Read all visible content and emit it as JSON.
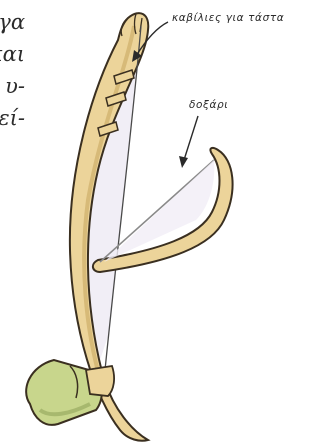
{
  "page_text": {
    "lines": [
      "γα",
      "και",
      "υ-",
      "εί-"
    ]
  },
  "annotations": {
    "keys_label": "καβίλιες για τάστα",
    "bow_label": "δοξάρι"
  },
  "illustration": {
    "subject": "bowed string instrument with tuning pegs and bow",
    "colors": {
      "wood": "#ecd49a",
      "wood_shade": "#c9a962",
      "outline": "#3a2f20",
      "gourd": "#c8d68c",
      "gourd_shade": "#9fb066",
      "string_fill": "#f1eef6",
      "bow_hair": "#8a8a8a"
    }
  }
}
